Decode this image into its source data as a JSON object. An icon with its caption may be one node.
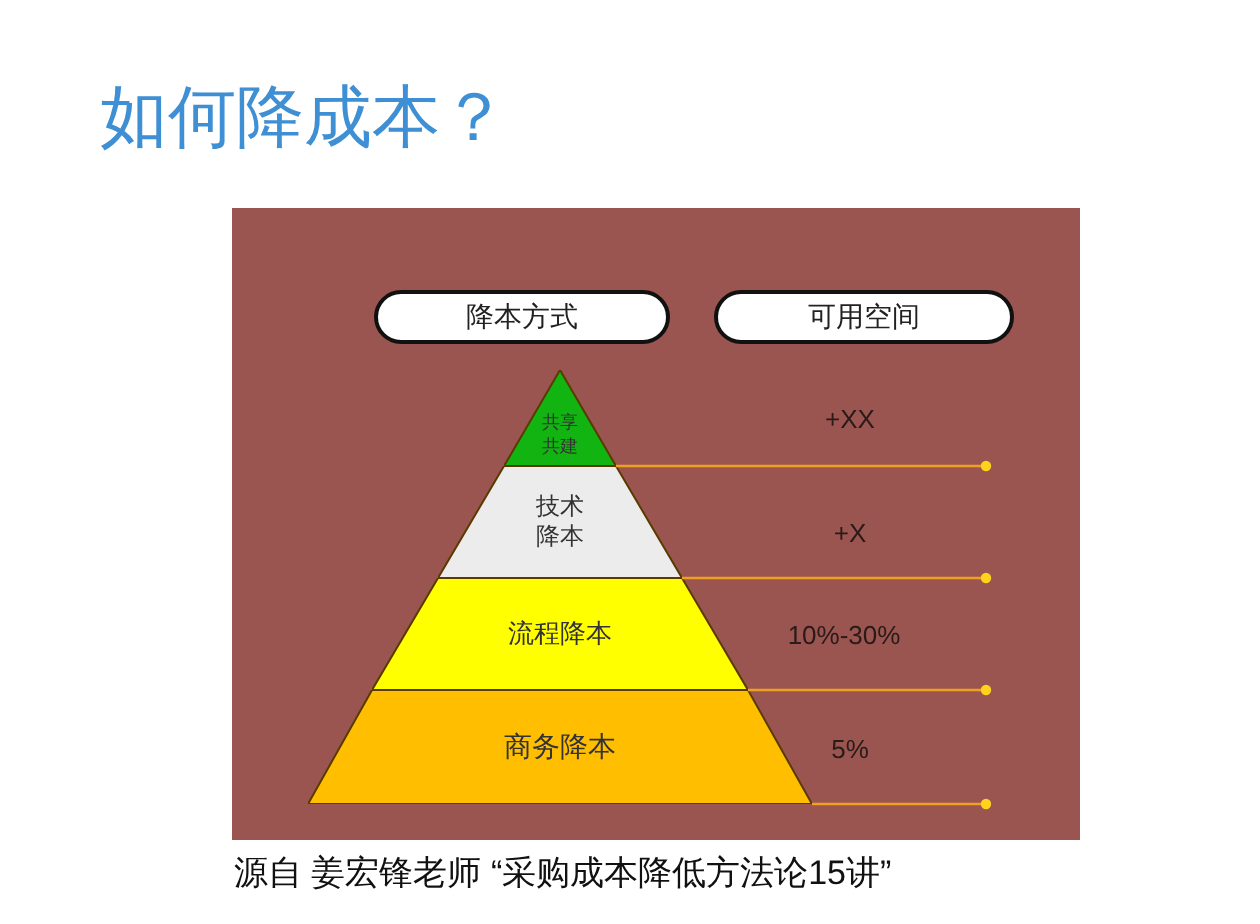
{
  "diagram": {
    "title": "如何降成本？",
    "caption": "源自 姜宏锋老师 “采购成本降低方法论15讲”",
    "nodes": [
      {
        "text": [
          "降本方式"
        ]
      },
      {
        "text": [
          "可用空间"
        ]
      },
      {
        "text": [
          "共享共建"
        ]
      },
      {
        "text": [
          "技术降本"
        ]
      },
      {
        "text": [
          "流程降本"
        ]
      },
      {
        "text": [
          "商务降本"
        ]
      }
    ],
    "labels": [
      "+XX",
      "+X",
      "10%-30%",
      "5%"
    ]
  }
}
